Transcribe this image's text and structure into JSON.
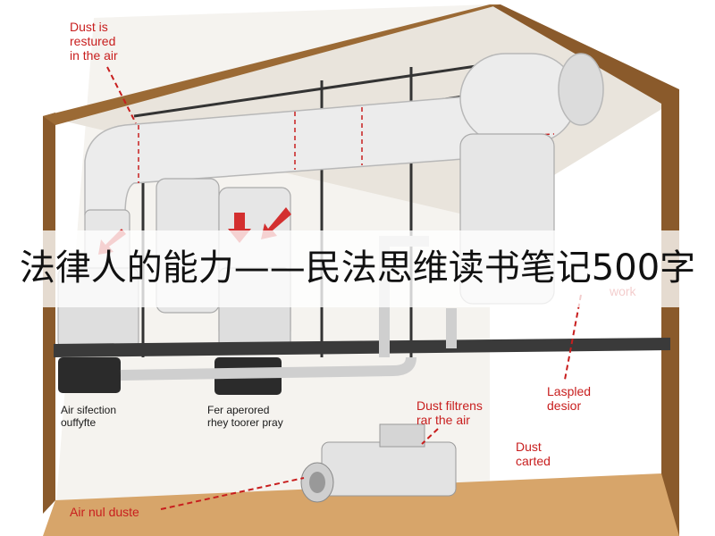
{
  "title": "法律人的能力——民法思维读书笔记500字",
  "colors": {
    "callout_red": "#c81e1e",
    "wood_frame": "#8a5a2b",
    "wood_inner": "#c4935a",
    "duct_white": "#ececec",
    "floor_wood": "#d7a56a"
  },
  "callouts": {
    "dust_restured": "Dust is\nrestured\nin the air",
    "work": "work",
    "lasped_desior": "Laspled\ndesior",
    "dust_filtrens": "Dust filtrens\nrar the air",
    "dust_carted": "Dust\ncarted",
    "air_nul_duste": "Air nul duste"
  },
  "labels": {
    "air_sifection": "Air sifection\nouffyfte",
    "fer_aperored": "Fer aperored\nrhey toorer pray"
  },
  "icons": [
    "down-arrow-icon",
    "diagonal-arrow-icon",
    "dashed-callout-arrow-icon"
  ]
}
